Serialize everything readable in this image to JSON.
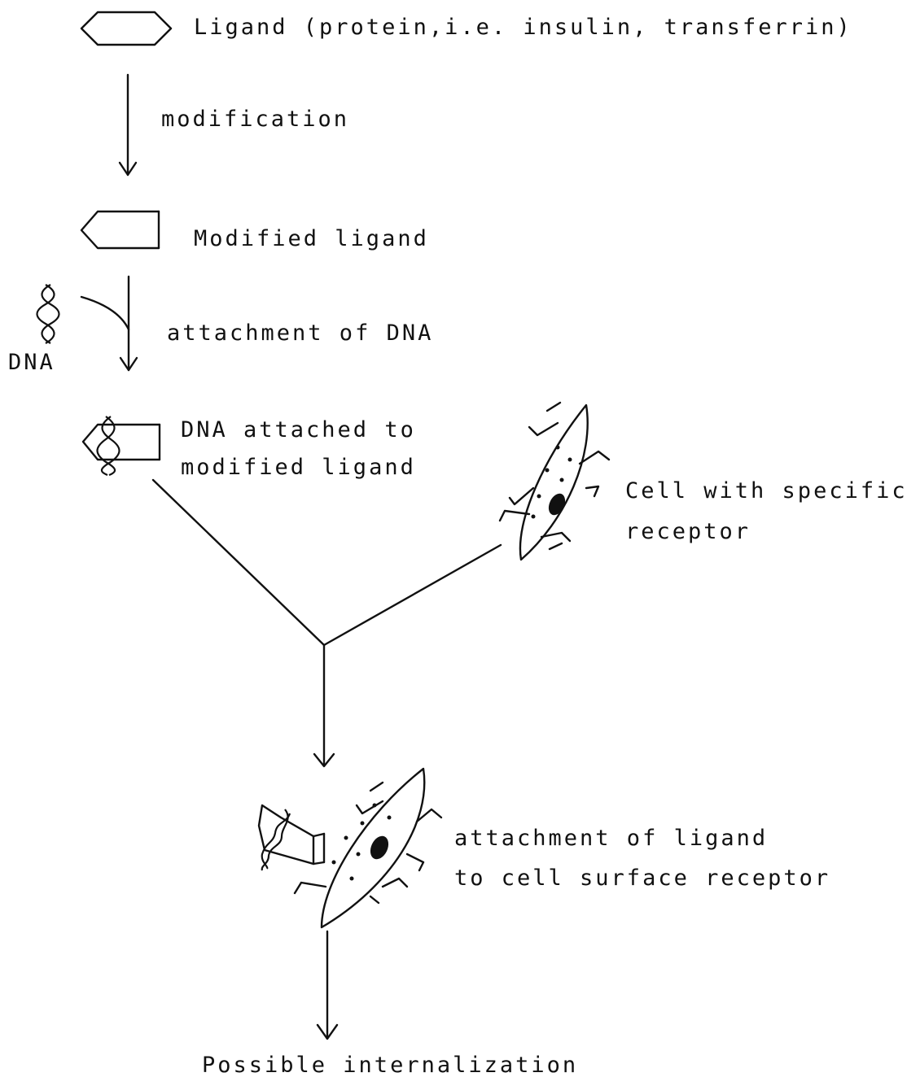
{
  "steps": {
    "ligand": "Ligand (protein,i.e. insulin, transferrin)",
    "modification": "modification",
    "modified_ligand": "Modified ligand",
    "attachment_dna": "attachment of DNA",
    "dna": "DNA",
    "dna_attached_line1": "DNA attached to",
    "dna_attached_line2": "modified ligand",
    "cell_line1": "Cell with specific",
    "cell_line2": "receptor",
    "attachment_ligand_line1": "attachment of ligand",
    "attachment_ligand_line2": "to cell surface receptor",
    "internalization": "Possible internalization"
  }
}
